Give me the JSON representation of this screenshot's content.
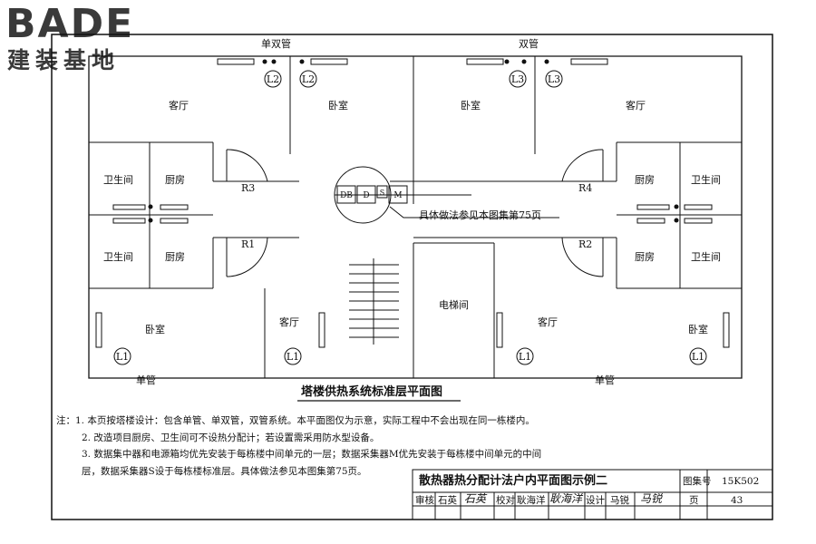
{
  "logo": {
    "brand": "BADE",
    "subtitle": "建装基地"
  },
  "plan": {
    "rooms": {
      "living_tl": "客厅",
      "bedroom_tc": "卧室",
      "bedroom_tr": "卧室",
      "living_tr": "客厅",
      "bath_l1": "卫生间",
      "kitchen_l1": "厨房",
      "bath_l2": "卫生间",
      "kitchen_l2": "厨房",
      "kitchen_r1": "厨房",
      "bath_r1": "卫生间",
      "kitchen_r2": "厨房",
      "bath_r2": "卫生间",
      "bedroom_bl": "卧室",
      "living_bl": "客厅",
      "elevator": "电梯间",
      "living_br": "客厅",
      "bedroom_br": "卧室"
    },
    "pipe_labels": {
      "single_double": "单双管",
      "double": "双管",
      "single_left": "单管",
      "single_right": "单管"
    },
    "loop_tags": {
      "l2a": "L2",
      "l2b": "L2",
      "l3a": "L3",
      "l3b": "L3",
      "l1a": "L1",
      "l1b": "L1",
      "l1c": "L1",
      "l1d": "L1"
    },
    "riser_tags": {
      "r3": "R3",
      "r1": "R1",
      "r4": "R4",
      "r2": "R2"
    },
    "equipment": {
      "db": "DB",
      "d": "D",
      "s": "S",
      "m": "M"
    },
    "callout": "具体做法参见本图集第75页",
    "title": "塔楼供热系统标准层平面图"
  },
  "notes": {
    "line1": "注：1. 本页按塔楼设计：包含单管、单双管，双管系统。本平面图仅为示意，实际工程中不会出现在同一栋楼内。",
    "line2": "2. 改造项目厨房、卫生间可不设热分配计；若设置需采用防水型设备。",
    "line3": "3. 数据集中器和电源箱均优先安装于每栋楼中间单元的一层；数据采集器M优先安装于每栋楼中间单元的中间",
    "line4": "层，数据采集器S设于每栋楼标准层。具体做法参见本图集第75页。"
  },
  "title_block": {
    "title": "散热器热分配计法户内平面图示例二",
    "atlas_no_label": "图集号",
    "atlas_no": "15K502",
    "review_label": "审核",
    "review_name": "石英",
    "check_label": "校对",
    "check_name": "耿海洋",
    "design_label": "设计",
    "design_name": "马锐",
    "page_label": "页",
    "page_no": "43"
  }
}
